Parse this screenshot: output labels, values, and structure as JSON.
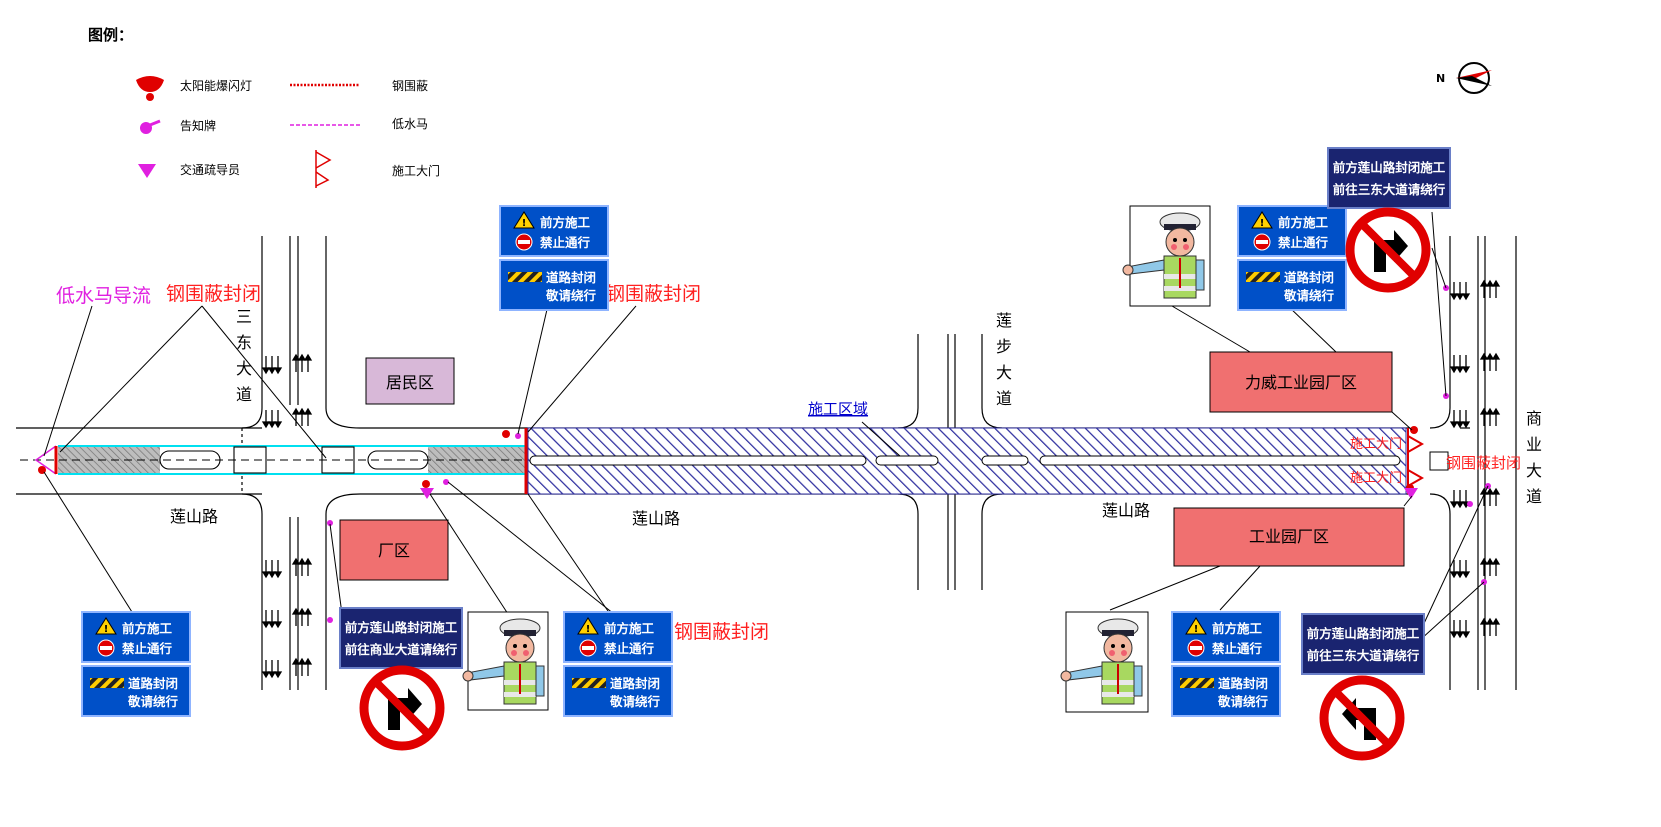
{
  "legend": {
    "title": "图例：",
    "items": {
      "flash_light": "太阳能爆闪灯",
      "steel_fence": "钢围蔽",
      "notice_sign": "告知牌",
      "water_barrier": "低水马",
      "traffic_guide": "交通疏导员",
      "gate": "施工大门"
    }
  },
  "compass": {
    "label": "N"
  },
  "roads": {
    "sandong": "三东大道",
    "lianbu": "莲步大道",
    "shangye": "商业大道",
    "lianshan_left": "莲山路",
    "lianshan_mid": "莲山路",
    "lianshan_right": "莲山路"
  },
  "areas": {
    "residential": "居民区",
    "factory": "厂区",
    "liwei": "力威工业园厂区",
    "industrial": "工业园厂区"
  },
  "work_zone": {
    "label": "施工区域"
  },
  "annotations": {
    "water_barrier_diversion": "低水马导流",
    "steel_closure_left": "钢围蔽封闭",
    "steel_closure_center": "钢围蔽封闭",
    "steel_closure_bottom": "钢围蔽封闭",
    "steel_closure_right": "钢围蔽封闭",
    "gate_top": "施工大门",
    "gate_bottom": "施工大门"
  },
  "signs": {
    "ahead_construction": "前方施工",
    "no_passage": "禁止通行",
    "road_closed": "道路封闭",
    "detour": "敬请绕行",
    "detour_sandong_l1": "前方莲山路封闭施工",
    "detour_sandong_l2": "前往三东大道请绕行",
    "detour_shangye_l1": "前方莲山路封闭施工",
    "detour_shangye_l2": "前往商业大道请绕行"
  },
  "colors": {
    "sign_blue": "#0050c8",
    "sign_navy": "#1a2470",
    "red": "#ff2020",
    "magenta": "#e020e0",
    "hatch": "#3030a0",
    "area_pink": "#f07070",
    "area_violet": "#d8b8d8",
    "barrier_cyan": "#00e0f0"
  }
}
